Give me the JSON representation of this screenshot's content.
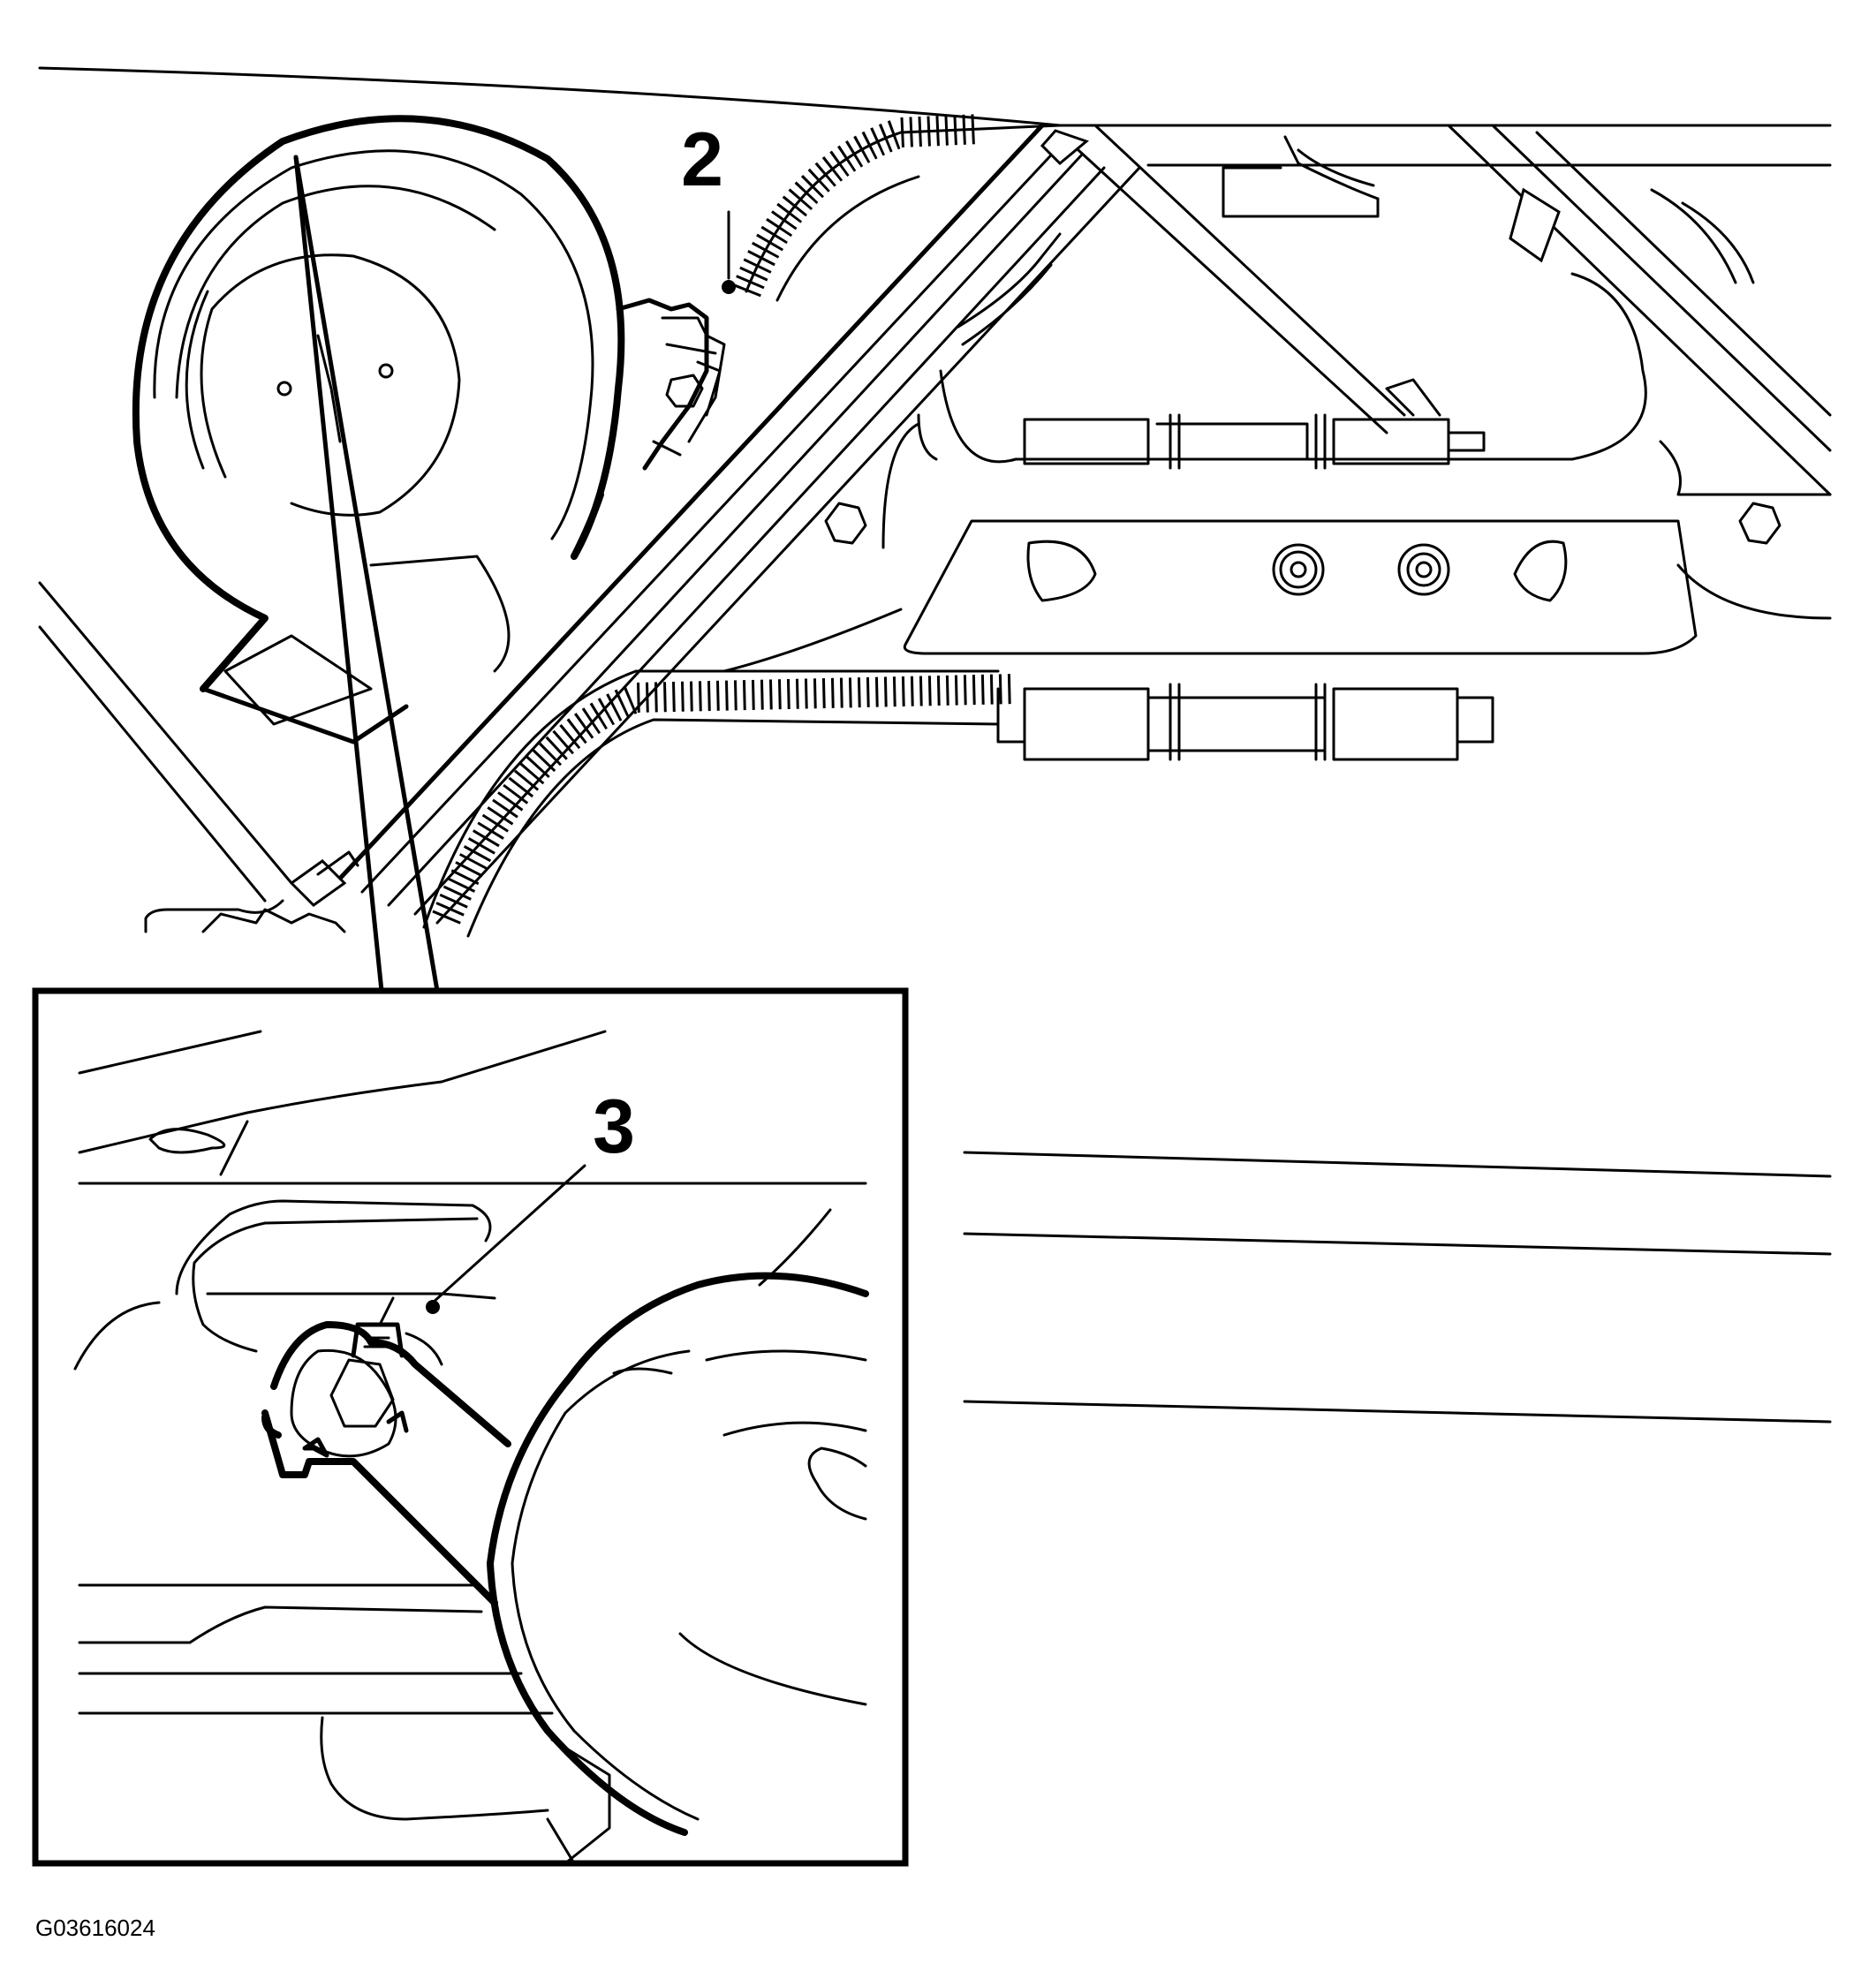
{
  "callouts": [
    {
      "id": "callout-2",
      "label": "2"
    },
    {
      "id": "callout-3",
      "label": "3"
    }
  ],
  "figure_id": "G03616024",
  "colors": {
    "line": "#000000",
    "background": "#ffffff"
  }
}
